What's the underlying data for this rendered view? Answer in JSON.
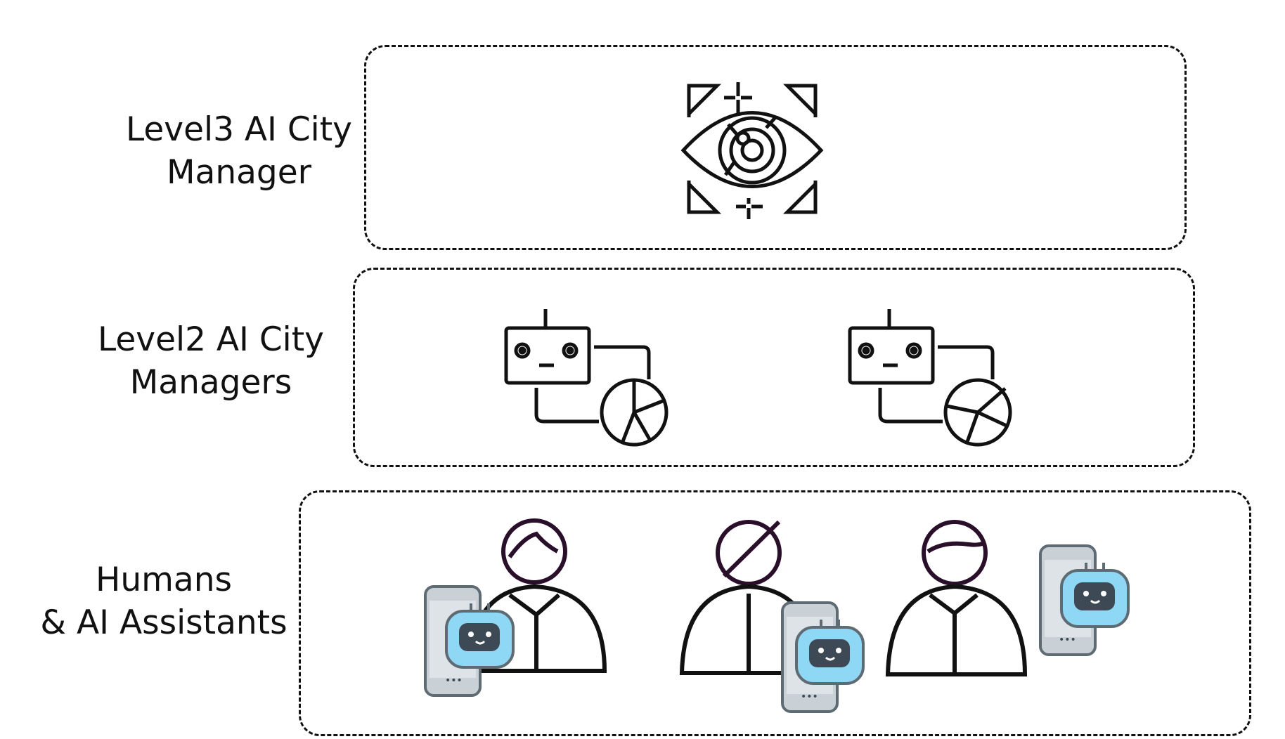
{
  "levels": {
    "level3": {
      "line1": "Level3 AI City",
      "line2": "Manager",
      "icon": "eye-scan-icon"
    },
    "level2": {
      "line1": "Level2 AI City",
      "line2": "Managers",
      "icons": [
        "robot-chart-icon",
        "robot-chart-icon"
      ]
    },
    "level1": {
      "line1": "Humans",
      "line2": "& AI Assistants",
      "icons": [
        "person-with-chatbot-phone-icon",
        "person-with-chatbot-phone-icon",
        "person-with-chatbot-phone-icon"
      ]
    }
  },
  "colors": {
    "stroke": "#111111",
    "person_head": "#2a0f2a",
    "bot_bubble": "#8fd8f5",
    "bot_face": "#3d4a55",
    "phone": "#c9d1d6"
  }
}
